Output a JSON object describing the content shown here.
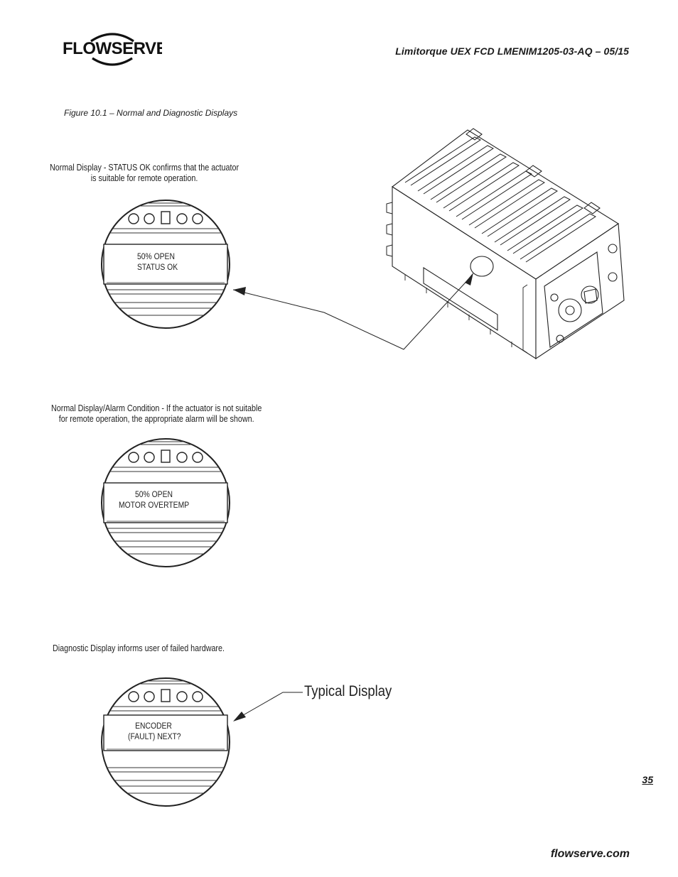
{
  "header": {
    "logo_text": "FLOWSERVE",
    "doc_ref": "Limitorque UEX    FCD LMENIM1205-03-AQ – 05/15"
  },
  "figure": {
    "caption": "Figure 10.1 – Normal and Diagnostic Displays"
  },
  "panels": [
    {
      "description_line1": "Normal Display - STATUS OK confirms that the actuator",
      "description_line2": "is suitable for remote operation.",
      "display_line1": "50% OPEN",
      "display_line2": "STATUS OK"
    },
    {
      "description_line1": "Normal Display/Alarm Condition - If the actuator is not suitable",
      "description_line2": "for remote operation, the appropriate alarm will be shown.",
      "display_line1": "50% OPEN",
      "display_line2": "MOTOR OVERTEMP"
    },
    {
      "description_line1": "Diagnostic Display informs user of failed hardware.",
      "description_line2": "",
      "display_line1": "ENCODER",
      "display_line2": "(FAULT) NEXT?"
    }
  ],
  "callout": {
    "label": "Typical Display"
  },
  "footer": {
    "page_number": "35",
    "website": "flowserve.com"
  }
}
